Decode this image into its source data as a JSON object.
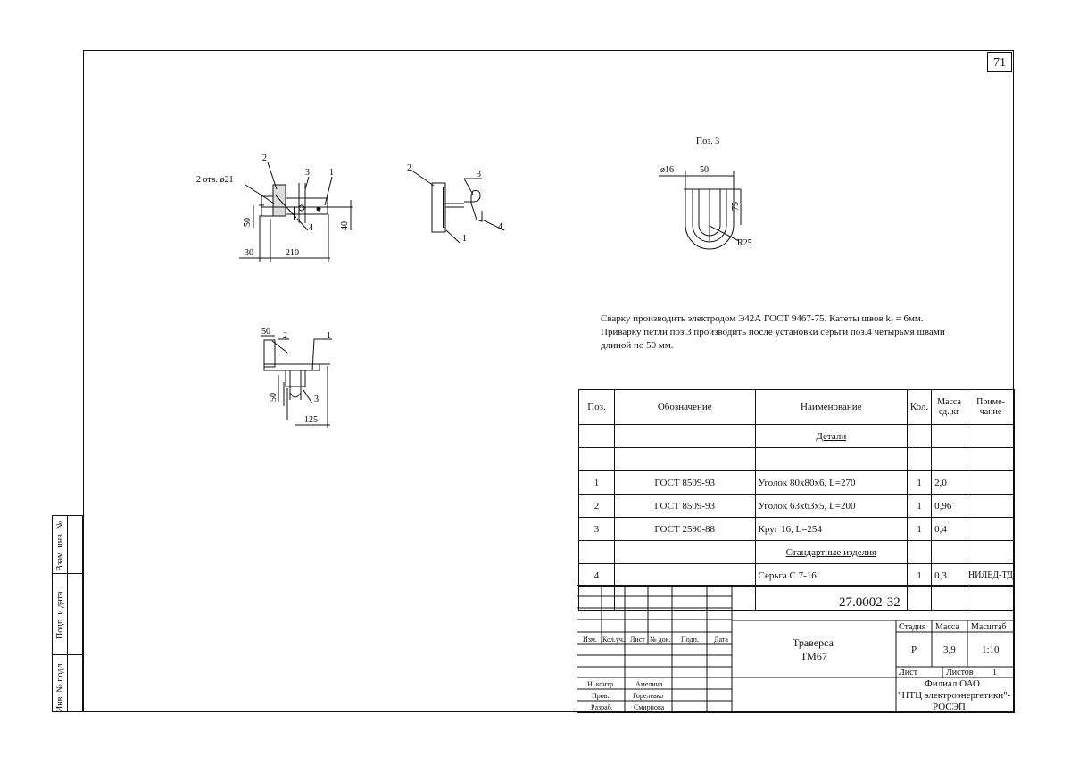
{
  "sheet_number": "71",
  "side_strip": {
    "inv_podl": "Инв. № подл.",
    "podp_data": "Подп. и дата",
    "vzam_inv": "Взам. инв. №"
  },
  "drawings": {
    "view1": {
      "hole_note": "2 отв. ø21",
      "labels": [
        "2",
        "3",
        "1",
        "4"
      ],
      "dims": [
        "50",
        "40",
        "30",
        "210"
      ]
    },
    "view2": {
      "labels": [
        "2",
        "3",
        "1",
        "4"
      ]
    },
    "view3": {
      "labels": [
        "50",
        "2",
        "1",
        "3"
      ],
      "dims": [
        "50",
        "125"
      ]
    },
    "detail": {
      "title": "Поз. 3",
      "dims": [
        "ø16",
        "50",
        "75",
        "R25"
      ]
    }
  },
  "notes": {
    "line1_a": "Сварку производить электродом Э42А ГОСТ 9467-75.  Катеты швов k",
    "line1_sub": "f",
    "line1_b": " = 6мм.",
    "line2": "Приварку петли поз.3 производить после установки серьги поз.4 четырьмя швами",
    "line3": "длиной по 50 мм."
  },
  "spec_table": {
    "headers": {
      "pos": "Поз.",
      "designation": "Обозначение",
      "name": "Наименование",
      "qty": "Кол.",
      "mass": "Масса ед.,кг",
      "note": "Приме- чание"
    },
    "section_details": "Детали",
    "section_standard": "Стандартные изделия",
    "rows": [
      {
        "pos": "1",
        "designation": "ГОСТ 8509-93",
        "name": "Уголок 80х80х6, L=270",
        "qty": "1",
        "mass": "2,0",
        "note": ""
      },
      {
        "pos": "2",
        "designation": "ГОСТ 8509-93",
        "name": "Уголок 63х63х5,  L=200",
        "qty": "1",
        "mass": "0,96",
        "note": ""
      },
      {
        "pos": "3",
        "designation": "ГОСТ 2590-88",
        "name": "Круг 16, L=254",
        "qty": "1",
        "mass": "0,4",
        "note": ""
      }
    ],
    "standard_rows": [
      {
        "pos": "4",
        "designation": "",
        "name": "Серьга С 7-16",
        "qty": "1",
        "mass": "0,3",
        "note": "НИЛЕД-ТД"
      }
    ]
  },
  "title_block": {
    "doc_number": "27.0002-32",
    "title_line1": "Траверса",
    "title_line2": "ТМ67",
    "stage_label": "Стадия",
    "mass_label": "Масса",
    "scale_label": "Масштаб",
    "stage": "Р",
    "mass": "3,9",
    "scale": "1:10",
    "sheet_label": "Лист",
    "sheets_label": "Листов",
    "sheets": "1",
    "org_line1": "Филиал ОАО",
    "org_line2": "\"НТЦ электроэнергетики\"-",
    "org_line3": "РОСЭП",
    "col_headers": [
      "Изм.",
      "Кол.уч.",
      "Лист",
      "№ док.",
      "Подп.",
      "Дата"
    ],
    "signatures": [
      {
        "role": "Н. контр.",
        "name": "Амелина"
      },
      {
        "role": "Пров.",
        "name": "Горелевко"
      },
      {
        "role": "Разраб.",
        "name": "Смирнова"
      }
    ]
  }
}
